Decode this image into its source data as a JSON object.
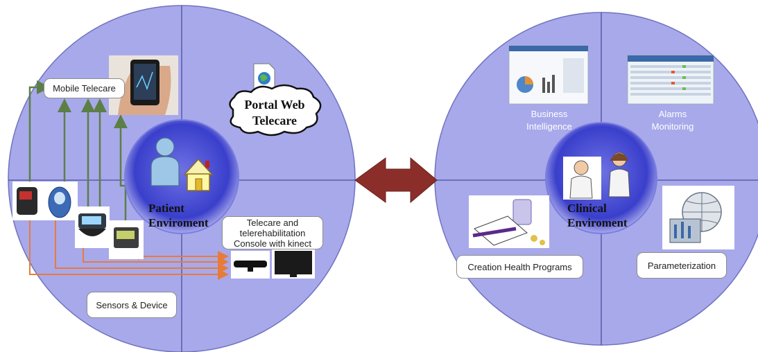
{
  "left": {
    "mobile_box": "Mobile Telecare",
    "portal_label": [
      "Portal Web",
      "Telecare"
    ],
    "patient_label": [
      "Patient",
      "Enviroment"
    ],
    "console_box": [
      "Telecare and",
      "telerehabilitation",
      "Console with kinect"
    ],
    "sensors_box": "Sensors & Device"
  },
  "right": {
    "business_label": [
      "Business",
      "Intelligence"
    ],
    "alarms_label": [
      "Alarms",
      "Monitoring"
    ],
    "clinical_label": [
      "Clinical",
      "Enviroment"
    ],
    "creation_box": "Creation Health Programs",
    "param_box": "Parameterization"
  },
  "colors": {
    "circle_fill": "#a8a9ea",
    "circle_stroke": "#5c5fae",
    "inner_fill": "#3f43c8",
    "arrow_green": "#5c7f46",
    "arrow_orange": "#e87b3a",
    "double_arrow": "#8b2e2a"
  }
}
